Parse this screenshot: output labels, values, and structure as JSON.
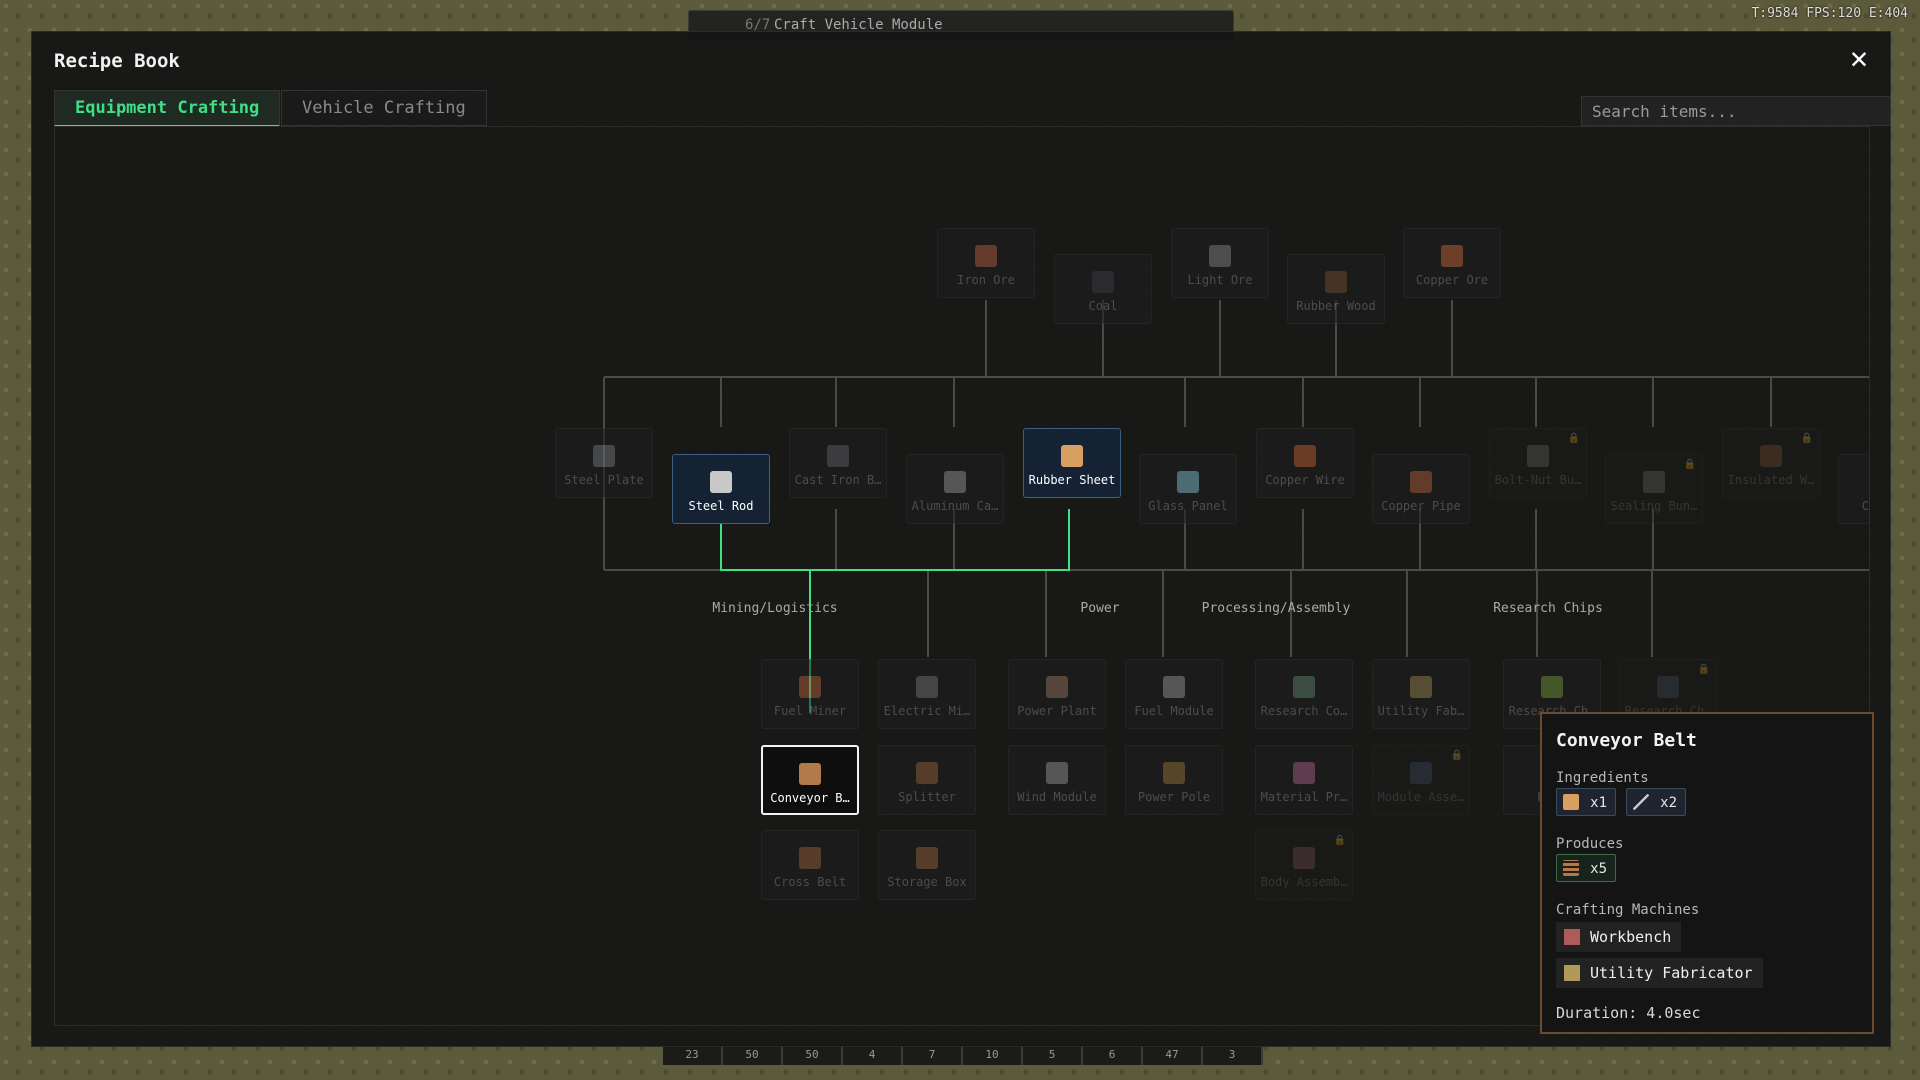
{
  "hud": {
    "quest_count": "6/7",
    "quest_title": "Craft Vehicle Module",
    "stats": "T:9584 FPS:120 E:404",
    "hotbar": [
      "23",
      "50",
      "50",
      "4",
      "7",
      "10",
      "5",
      "6",
      "47",
      "3"
    ]
  },
  "window": {
    "title": "Recipe Book",
    "close_icon": "close-icon",
    "tabs": [
      {
        "label": "Equipment Crafting",
        "active": true
      },
      {
        "label": "Vehicle Crafting",
        "active": false
      }
    ],
    "search_placeholder": "Search items..."
  },
  "tree": {
    "raw": [
      {
        "label": "Iron Ore",
        "icon": "iron-ore-icon",
        "color": "#a0583c"
      },
      {
        "label": "Coal",
        "icon": "coal-icon",
        "color": "#3a3a44"
      },
      {
        "label": "Light Ore",
        "icon": "light-ore-icon",
        "color": "#7a7a80"
      },
      {
        "label": "Rubber Wood",
        "icon": "rubber-wood-icon",
        "color": "#6b4a2e"
      },
      {
        "label": "Copper Ore",
        "icon": "copper-ore-icon",
        "color": "#b0603a"
      }
    ],
    "intermediate": [
      {
        "label": "Steel Plate",
        "icon": "steel-plate-icon",
        "color": "#6b6e74"
      },
      {
        "label": "Steel Rod",
        "icon": "steel-rod-icon",
        "color": "#c8c8c8",
        "state": "selected"
      },
      {
        "label": "Cast Iron B…",
        "icon": "cast-iron-icon",
        "color": "#5a5a60"
      },
      {
        "label": "Aluminum Ca…",
        "icon": "aluminum-icon",
        "color": "#8a8a8a"
      },
      {
        "label": "Rubber Sheet",
        "icon": "rubber-sheet-icon",
        "color": "#d8a060",
        "state": "selected"
      },
      {
        "label": "Glass Panel",
        "icon": "glass-panel-icon",
        "color": "#7ab0c0"
      },
      {
        "label": "Copper Wire",
        "icon": "copper-wire-icon",
        "color": "#b05a30"
      },
      {
        "label": "Copper Pipe",
        "icon": "copper-pipe-icon",
        "color": "#a05a3a"
      },
      {
        "label": "Bolt-Nut Bu…",
        "icon": "bolt-nut-icon",
        "color": "#7a7a7a",
        "locked": true
      },
      {
        "label": "Sealing Bun…",
        "icon": "sealing-icon",
        "color": "#7a7a7a",
        "locked": true
      },
      {
        "label": "Insulated W…",
        "icon": "insulated-wire-icon",
        "color": "#8a5a3a",
        "locked": true
      },
      {
        "label": "Connect",
        "icon": "connector-icon",
        "color": "#7a7a7a"
      }
    ],
    "categories": [
      "Mining/Logistics",
      "Power",
      "Processing/Assembly",
      "Research Chips"
    ],
    "products": [
      {
        "label": "Fuel Miner",
        "icon": "fuel-miner-icon",
        "color": "#a05a3a"
      },
      {
        "label": "Electric Mi…",
        "icon": "electric-miner-icon",
        "color": "#6a6a6a"
      },
      {
        "label": "Power Plant",
        "icon": "power-plant-icon",
        "color": "#8a6a5a"
      },
      {
        "label": "Fuel Module",
        "icon": "fuel-module-icon",
        "color": "#8a8a8a"
      },
      {
        "label": "Research Co…",
        "icon": "research-console-icon",
        "color": "#5a7a6a"
      },
      {
        "label": "Utility Fab…",
        "icon": "utility-fab-icon",
        "color": "#8a7a4a"
      },
      {
        "label": "Research Ch…",
        "icon": "research-chip-icon",
        "color": "#6a8a3a"
      },
      {
        "label": "Research Ch…",
        "icon": "research-chip-icon",
        "color": "#4a5a6a",
        "locked": true
      },
      {
        "label": "Conveyor B…",
        "icon": "conveyor-belt-icon",
        "color": "#b07a4a",
        "state": "current"
      },
      {
        "label": "Splitter",
        "icon": "splitter-icon",
        "color": "#8a5a3a"
      },
      {
        "label": "Wind Module",
        "icon": "wind-module-icon",
        "color": "#8a8a8a"
      },
      {
        "label": "Power Pole",
        "icon": "power-pole-icon",
        "color": "#8a6a3a"
      },
      {
        "label": "Material Pr…",
        "icon": "material-processor-icon",
        "color": "#9a5a7a"
      },
      {
        "label": "Module Asse…",
        "icon": "module-assembler-icon",
        "color": "#4a5a7a",
        "locked": true
      },
      {
        "label": "Res…",
        "icon": "research-icon",
        "color": "#6a6a6a"
      },
      {
        "label": "Cross Belt",
        "icon": "cross-belt-icon",
        "color": "#8a5a3a"
      },
      {
        "label": "Storage Box",
        "icon": "storage-box-icon",
        "color": "#8a5a3a"
      },
      {
        "label": "Body Assemb…",
        "icon": "body-assembler-icon",
        "color": "#8a5a6a",
        "locked": true
      }
    ]
  },
  "tooltip": {
    "title": "Conveyor Belt",
    "ingredients_label": "Ingredients",
    "ingredients": [
      {
        "icon": "rubber-sheet-icon",
        "qty": "x1",
        "color": "#d8a060"
      },
      {
        "icon": "steel-rod-icon",
        "qty": "x2",
        "color": "#c8c8c8"
      }
    ],
    "produces_label": "Produces",
    "produces": {
      "icon": "conveyor-belt-icon",
      "qty": "x5",
      "color": "#b07a4a"
    },
    "machines_label": "Crafting Machines",
    "machines": [
      {
        "label": "Workbench",
        "icon": "workbench-icon",
        "color": "#b05a5a"
      },
      {
        "label": "Utility Fabricator",
        "icon": "utility-fabricator-icon",
        "color": "#b09a5a"
      }
    ],
    "duration": "Duration: 4.0sec"
  }
}
